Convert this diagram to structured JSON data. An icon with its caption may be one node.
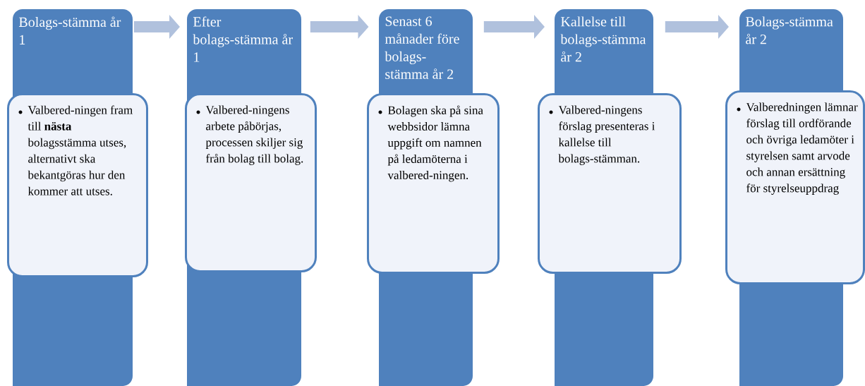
{
  "diagram": {
    "nodes": [
      {
        "text": [
          "Bolags-stämma år 1"
        ]
      },
      {
        "text": [
          "Valbered-ningen fram till **nästa** bolagsstämma utses, alternativt ska bekantgöras hur den kommer att utses."
        ]
      },
      {
        "text": [
          "Efter bolags-stämma år 1"
        ]
      },
      {
        "text": [
          "Valbered-ningens arbete påbörjas, processen skiljer sig från bolag till bolag."
        ]
      },
      {
        "text": [
          "Senast 6 månader före bolags-stämma år 2"
        ]
      },
      {
        "text": [
          "Bolagen ska på sina webbsidor lämna uppgift om namnen på ledamöterna i valbered-ningen."
        ]
      },
      {
        "text": [
          "Kallelse till bolags-stämma år 2"
        ]
      },
      {
        "text": [
          "Valbered-ningens förslag presenteras i kallelse till bolags-stämman."
        ]
      },
      {
        "text": [
          "Bolags-stämma år 2"
        ]
      },
      {
        "text": [
          "Valberedningen lämnar förslag till ordförande och övriga ledamöter i styrelsen samt arvode och annan ersättning för styrelseuppdrag"
        ]
      }
    ],
    "edges": [
      {
        "from": 0,
        "to": 2,
        "arrow": "to"
      },
      {
        "from": 2,
        "to": 4,
        "arrow": "to"
      },
      {
        "from": 4,
        "to": 6,
        "arrow": "to"
      },
      {
        "from": 6,
        "to": 8,
        "arrow": "to"
      }
    ]
  }
}
